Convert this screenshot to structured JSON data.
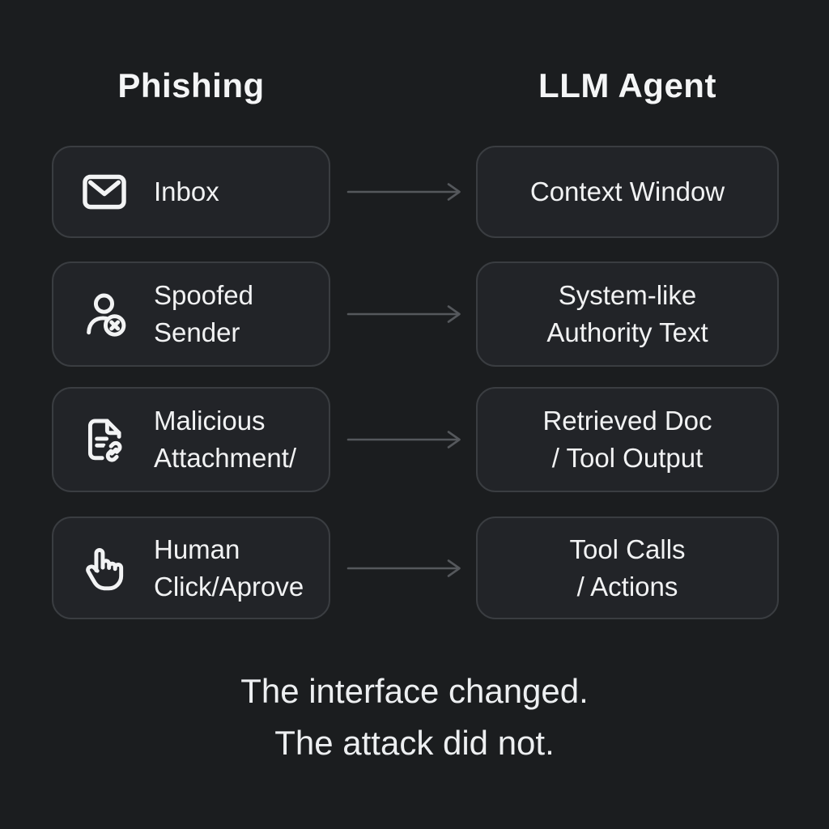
{
  "headers": {
    "left": "Phishing",
    "right": "LLM Agent"
  },
  "rows": [
    {
      "icon": "mail-icon",
      "left_line1": "Inbox",
      "left_line2": "",
      "right_line1": "Context Window",
      "right_line2": ""
    },
    {
      "icon": "user-x-icon",
      "left_line1": "Spoofed",
      "left_line2": "Sender",
      "right_line1": "System-like",
      "right_line2": "Authority Text"
    },
    {
      "icon": "document-link-icon",
      "left_line1": "Malicious",
      "left_line2": "Attachment/",
      "right_line1": "Retrieved Doc",
      "right_line2": "/ Tool Output"
    },
    {
      "icon": "hand-pointer-icon",
      "left_line1": "Human",
      "left_line2": "Click/Aprove",
      "right_line1": "Tool Calls",
      "right_line2": "/ Actions"
    }
  ],
  "caption": {
    "line1": "The interface changed.",
    "line2": "The attack did not."
  },
  "colors": {
    "background": "#1b1d1f",
    "box_fill": "#222428",
    "box_border": "#3a3d41",
    "text": "#f2f3f4",
    "arrow": "#55585c"
  }
}
